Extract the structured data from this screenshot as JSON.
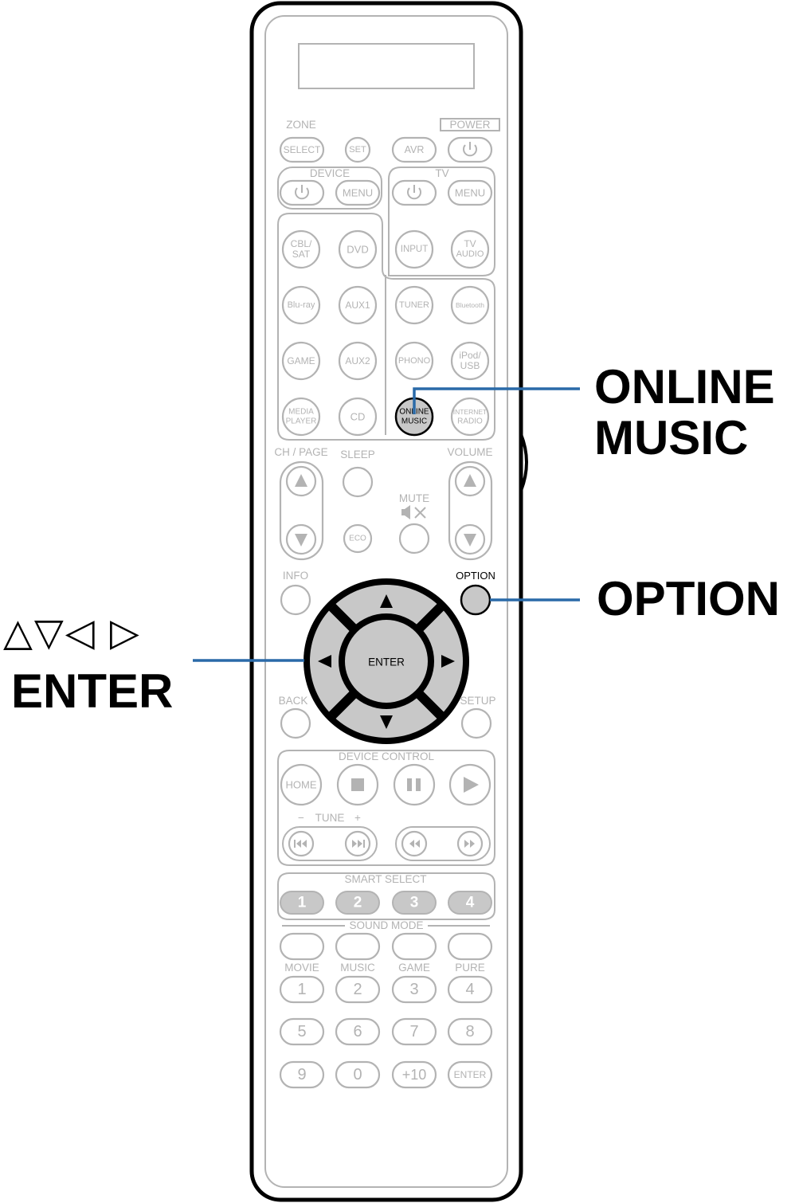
{
  "callouts": {
    "online_music_line1": "ONLINE",
    "online_music_line2": "MUSIC",
    "option": "OPTION",
    "arrows": "△▽◁ ▷",
    "enter": "ENTER"
  },
  "labels": {
    "zone": "ZONE",
    "power": "POWER",
    "device": "DEVICE",
    "tv": "TV",
    "ch_page": "CH / PAGE",
    "sleep": "SLEEP",
    "volume": "VOLUME",
    "mute": "MUTE",
    "info": "INFO",
    "option": "OPTION",
    "back": "BACK",
    "setup": "SETUP",
    "device_control": "DEVICE CONTROL",
    "tune": "TUNE",
    "tune_minus": "−",
    "tune_plus": "+",
    "smart_select": "SMART SELECT",
    "sound_mode": "SOUND MODE",
    "movie": "MOVIE",
    "music": "MUSIC",
    "game": "GAME",
    "pure": "PURE"
  },
  "buttons": {
    "zone_select": "SELECT",
    "set": "SET",
    "avr": "AVR",
    "device_menu": "MENU",
    "tv_menu": "MENU",
    "cbl_sat_1": "CBL/",
    "cbl_sat_2": "SAT",
    "dvd": "DVD",
    "tv_input": "INPUT",
    "tv_audio_1": "TV",
    "tv_audio_2": "AUDIO",
    "bluray": "Blu-ray",
    "aux1": "AUX1",
    "tuner": "TUNER",
    "bluetooth": "Bluetooth",
    "game": "GAME",
    "aux2": "AUX2",
    "phono": "PHONO",
    "ipod_1": "iPod/",
    "ipod_2": "USB",
    "media_player_1": "MEDIA",
    "media_player_2": "PLAYER",
    "cd": "CD",
    "online_music_1": "ONLINE",
    "online_music_2": "MUSIC",
    "internet_radio_1": "INTERNET",
    "internet_radio_2": "RADIO",
    "eco": "ECO",
    "enter_center": "ENTER",
    "home": "HOME",
    "smart_1": "1",
    "smart_2": "2",
    "smart_3": "3",
    "smart_4": "4",
    "num_1": "1",
    "num_2": "2",
    "num_3": "3",
    "num_4": "4",
    "num_5": "5",
    "num_6": "6",
    "num_7": "7",
    "num_8": "8",
    "num_9": "9",
    "num_0": "0",
    "num_plus10": "+10",
    "num_enter": "ENTER"
  },
  "colors": {
    "outline": "#000000",
    "faded": "#b3b3b3",
    "highlight_fill": "#c8c8c8",
    "callout_line": "#2a6aa8"
  }
}
